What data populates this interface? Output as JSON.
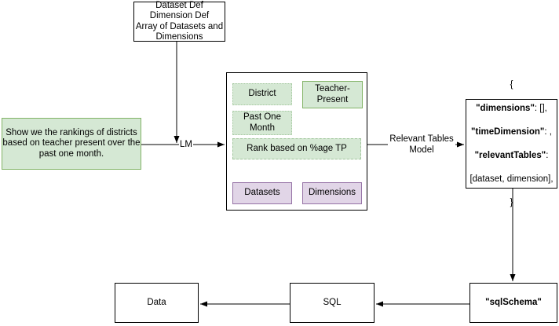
{
  "colors": {
    "green_fill": "#d5e8d4",
    "green_stroke": "#82b366",
    "green_soft_stroke": "#a3c79e",
    "purple_fill": "#e1d5e7",
    "purple_stroke": "#9673a6",
    "line_color": "#000000"
  },
  "top_box": {
    "text": "Dataset Def\nDimension Def\nArray of Datasets and\nDimensions"
  },
  "query_box": {
    "text": "Show we the rankings of districts\nbased on teacher present over the\npast one month."
  },
  "llm_container": {
    "district": "District",
    "teacher_present": "Teacher-\nPresent",
    "past_one_month": "Past One\nMonth",
    "rank": "Rank based on %age TP",
    "datasets": "Datasets",
    "dimensions": "Dimensions"
  },
  "edge_labels": {
    "lm": "LM",
    "relevant_tables_model": "Relevant Tables\nModel"
  },
  "schema_box": {
    "open_brace": "{",
    "dimensions_key": "\"dimensions\"",
    "dimensions_rest": ":  [],",
    "time_dimension_key": "\"timeDimension\"",
    "time_dimension_rest": ": ,",
    "relevant_tables_key": "\"relevantTables\"",
    "relevant_tables_rest": ":",
    "tables_array_line": "[dataset, dimension],",
    "close_brace": "}"
  },
  "bottom_row": {
    "data": "Data",
    "sql": "SQL",
    "sql_schema": "\"sqlSchema\""
  }
}
